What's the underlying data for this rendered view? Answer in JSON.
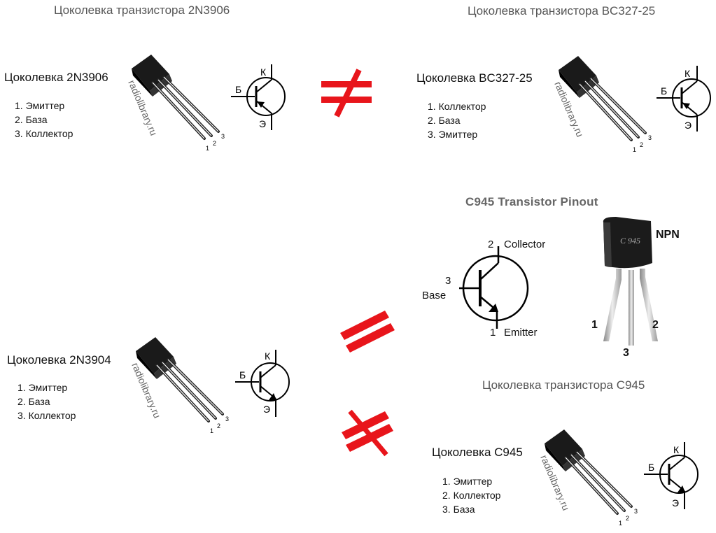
{
  "watermark": "radiolibrary.ru",
  "accent_color": "#e8151b",
  "pkg": {
    "pin1": "1",
    "pin2": "2",
    "pin3": "3"
  },
  "sym": {
    "collector": "К",
    "base": "Б",
    "emitter": "Э"
  },
  "blocks": {
    "n3906": {
      "title": "Цоколевка транзистора 2N3906",
      "pin_title": "Цоколевка 2N3906",
      "pins": [
        "1. Эмиттер",
        "2. База",
        "3. Коллектор"
      ]
    },
    "bc327": {
      "title": "Цоколевка транзистора BC327-25",
      "pin_title": "Цоколевка BC327-25",
      "pins": [
        "1. Коллектор",
        "2. База",
        "3. Эмиттер"
      ]
    },
    "n3904": {
      "pin_title": "Цоколевка 2N3904",
      "pins": [
        "1. Эмиттер",
        "2. База",
        "3. Коллектор"
      ]
    },
    "c945": {
      "title": "Цоколевка транзистора C945",
      "pin_title": "Цоколевка C945",
      "pins": [
        "1. Эмиттер",
        "2. Коллектор",
        "3. База"
      ]
    }
  },
  "c945_pinout": {
    "title": "C945 Transistor Pinout",
    "collector_num": "2",
    "collector": "Collector",
    "base_num": "3",
    "base": "Base",
    "emitter_num": "1",
    "emitter": "Emitter",
    "marking": "C 945",
    "type": "NPN",
    "leg_left": "1",
    "leg_right": "2",
    "leg_mid": "3"
  }
}
